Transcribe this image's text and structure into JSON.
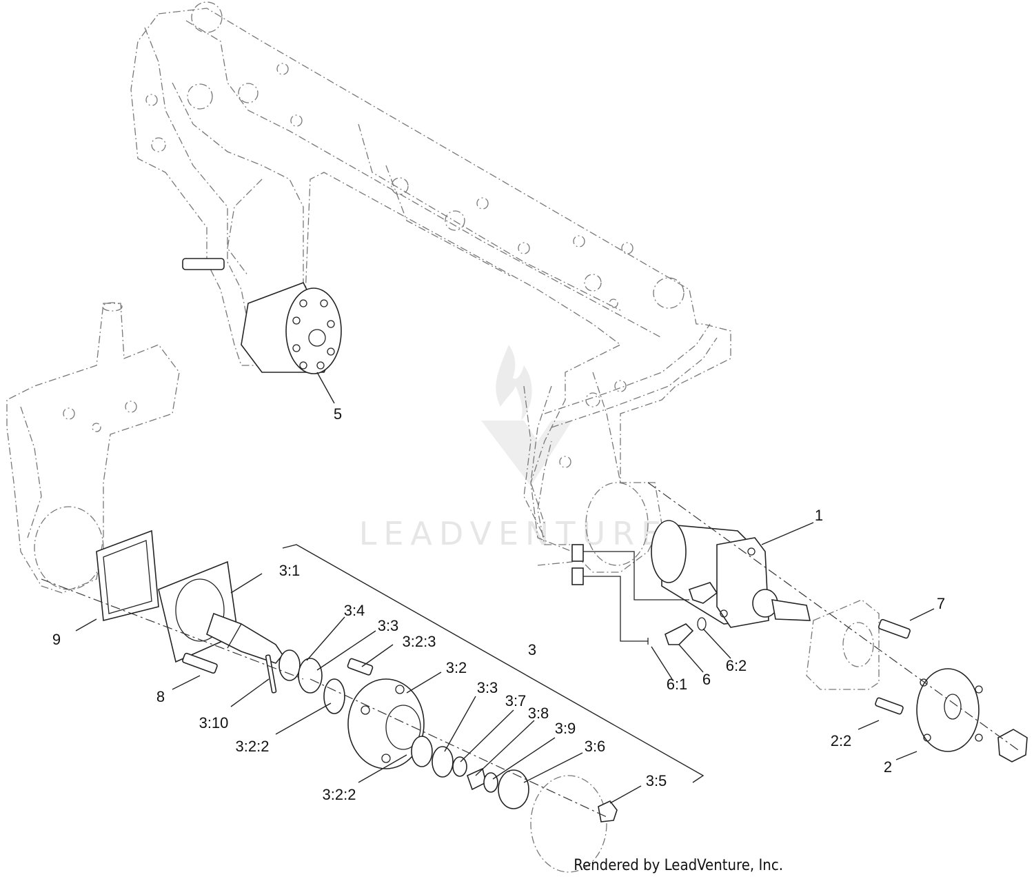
{
  "diagram": {
    "callouts": [
      {
        "id": "c1",
        "text": "1"
      },
      {
        "id": "c2",
        "text": "2"
      },
      {
        "id": "c2-2",
        "text": "2:2"
      },
      {
        "id": "c3",
        "text": "3"
      },
      {
        "id": "c3-1",
        "text": "3:1"
      },
      {
        "id": "c3-2",
        "text": "3:2"
      },
      {
        "id": "c3-2-2a",
        "text": "3:2:2"
      },
      {
        "id": "c3-2-2b",
        "text": "3:2:2"
      },
      {
        "id": "c3-2-3",
        "text": "3:2:3"
      },
      {
        "id": "c3-3a",
        "text": "3:3"
      },
      {
        "id": "c3-3b",
        "text": "3:3"
      },
      {
        "id": "c3-4",
        "text": "3:4"
      },
      {
        "id": "c3-5",
        "text": "3:5"
      },
      {
        "id": "c3-6",
        "text": "3:6"
      },
      {
        "id": "c3-7",
        "text": "3:7"
      },
      {
        "id": "c3-8",
        "text": "3:8"
      },
      {
        "id": "c3-9",
        "text": "3:9"
      },
      {
        "id": "c3-10",
        "text": "3:10"
      },
      {
        "id": "c5",
        "text": "5"
      },
      {
        "id": "c6",
        "text": "6"
      },
      {
        "id": "c6-1",
        "text": "6:1"
      },
      {
        "id": "c6-2",
        "text": "6:2"
      },
      {
        "id": "c7",
        "text": "7"
      },
      {
        "id": "c8",
        "text": "8"
      },
      {
        "id": "c9",
        "text": "9"
      }
    ],
    "watermark": "LEADVENTURE",
    "credit": "Rendered by LeadVenture, Inc."
  },
  "colors": {
    "line": "#222222",
    "ghost_line": "#777777",
    "watermark": "#e6e6e6",
    "background": "#ffffff"
  }
}
